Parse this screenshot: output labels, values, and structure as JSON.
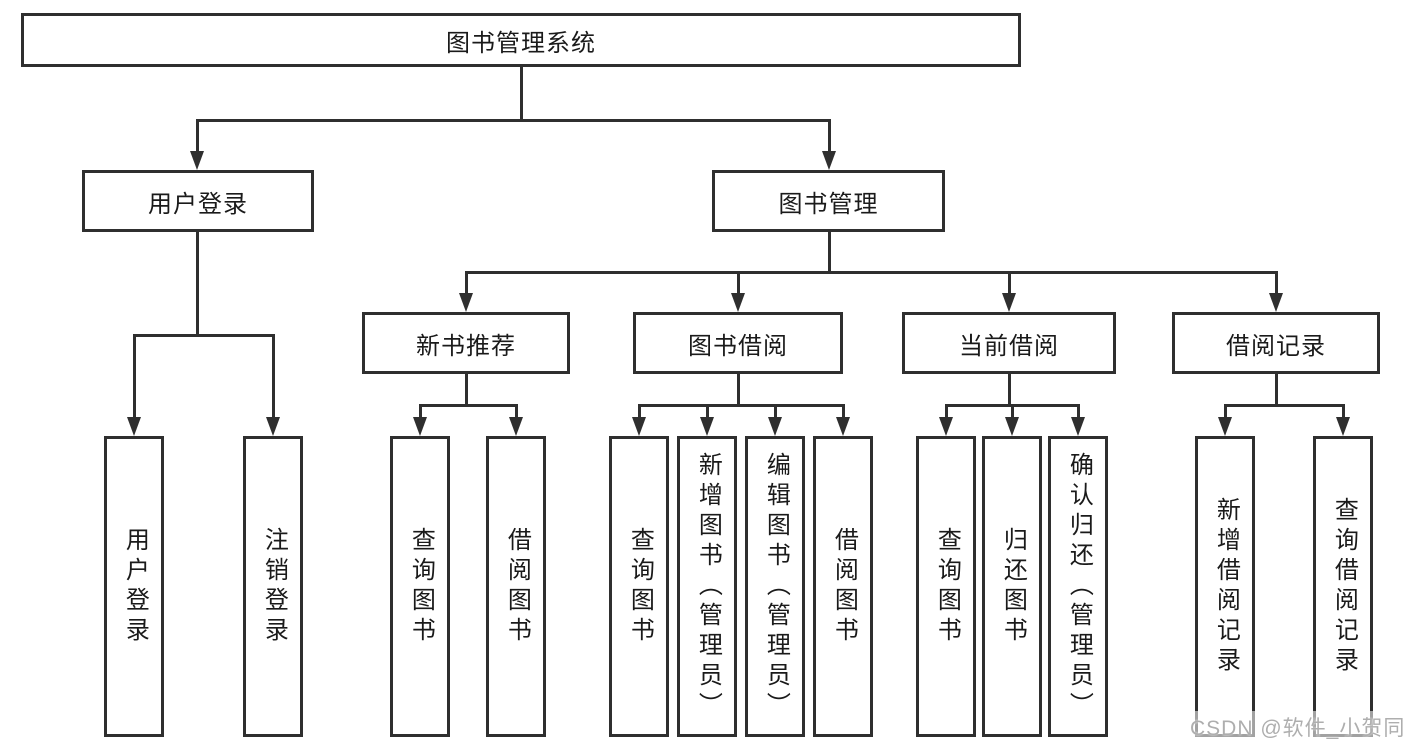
{
  "colors": {
    "line": "#2f2f2f",
    "text": "#1a1a1a",
    "background": "#ffffff",
    "watermark_text": "#aeaeae"
  },
  "tree": {
    "label": "图书管理系统",
    "children": [
      {
        "label": "用户登录",
        "children": [
          {
            "label": "用户登录"
          },
          {
            "label": "注销登录"
          }
        ]
      },
      {
        "label": "图书管理",
        "children": [
          {
            "label": "新书推荐",
            "children": [
              {
                "label": "查询图书"
              },
              {
                "label": "借阅图书"
              }
            ]
          },
          {
            "label": "图书借阅",
            "children": [
              {
                "label": "查询图书"
              },
              {
                "label": "新增图书（管理员）"
              },
              {
                "label": "编辑图书（管理员）"
              },
              {
                "label": "借阅图书"
              }
            ]
          },
          {
            "label": "当前借阅",
            "children": [
              {
                "label": "查询图书"
              },
              {
                "label": "归还图书"
              },
              {
                "label": "确认归还（管理员）"
              }
            ]
          },
          {
            "label": "借阅记录",
            "children": [
              {
                "label": "新增借阅记录"
              },
              {
                "label": "查询借阅记录"
              }
            ]
          }
        ]
      }
    ]
  },
  "watermark": {
    "text": "CSDN @软件_小贺同学"
  }
}
